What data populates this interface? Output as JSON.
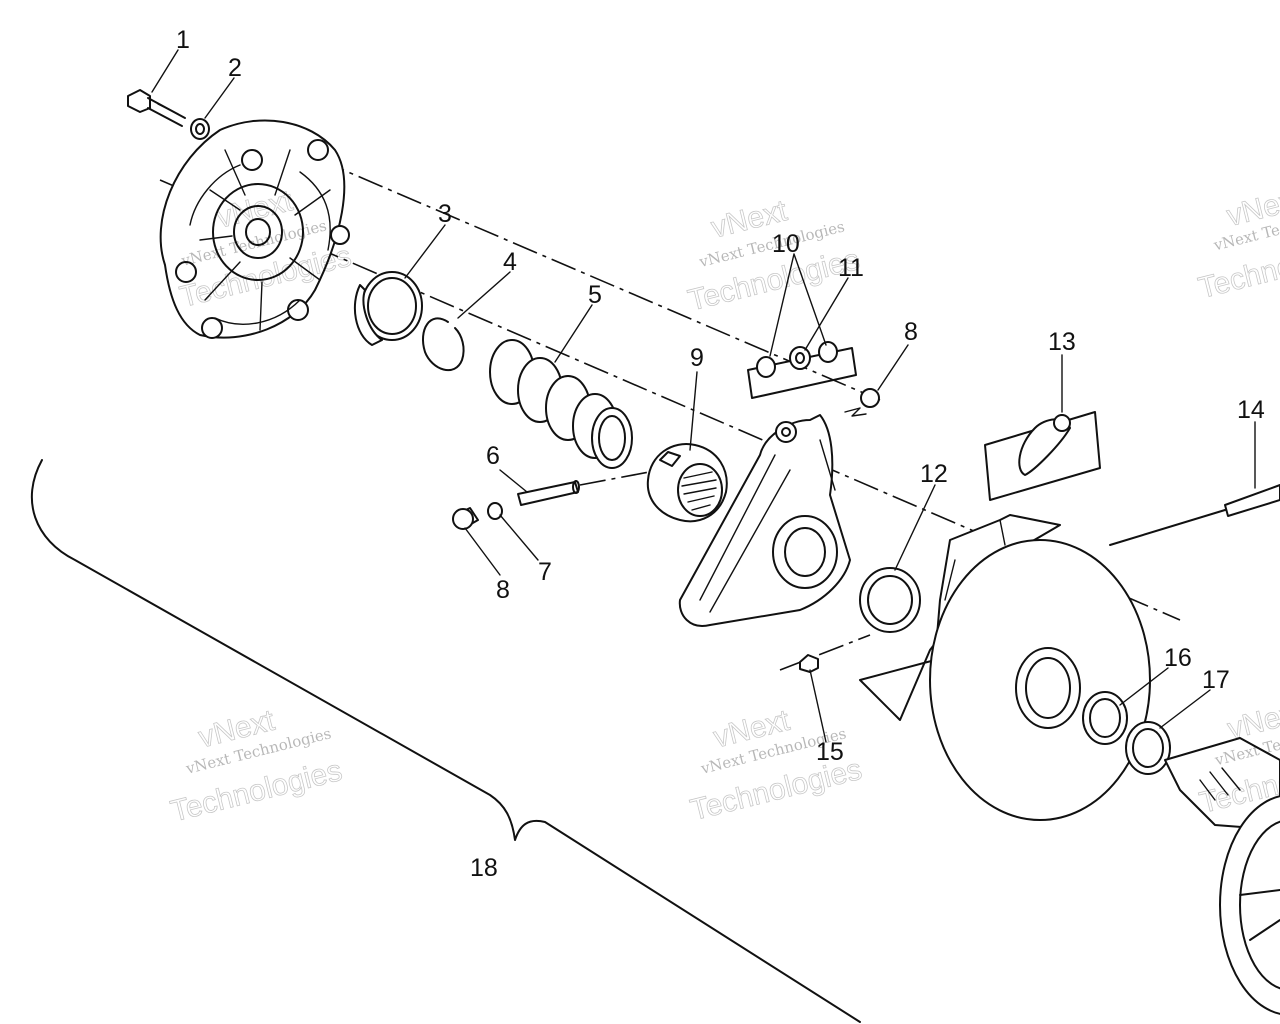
{
  "callouts": [
    "1",
    "2",
    "3",
    "4",
    "5",
    "6",
    "7",
    "8",
    "9",
    "10",
    "11",
    "8",
    "12",
    "13",
    "14",
    "15",
    "16",
    "17",
    "18"
  ],
  "watermark": {
    "line1": "vNext Technologies",
    "line2": "vNext",
    "line3": "Technologies"
  }
}
